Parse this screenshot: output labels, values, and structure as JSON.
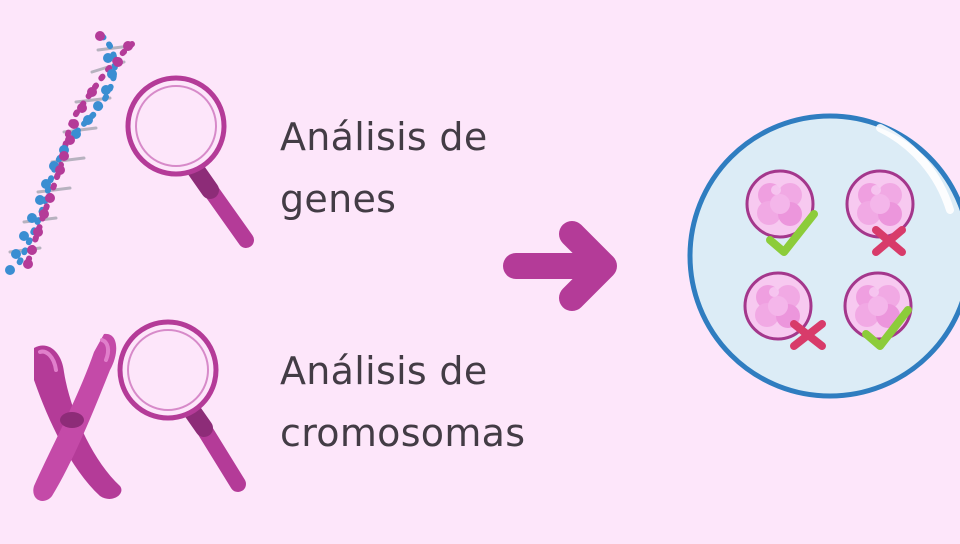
{
  "texts": {
    "genes_line1": "Análisis de",
    "genes_line2": "genes",
    "chromosomes_line1": "Análisis de",
    "chromosomes_line2": "cromosomas"
  },
  "colors": {
    "background": "#fde6fa",
    "magenta": "#b43b98",
    "dna_blue": "#3a8ed2",
    "circle_stroke": "#2f7dc0",
    "circle_fill": "#dcecf6",
    "check_green": "#8ccc3a",
    "cross_red": "#d83b6a",
    "embryo_pink": "#f0a6e2",
    "text": "#433c45"
  },
  "icons": {
    "dna": "dna-helix-icon",
    "magnifier": "magnifying-glass-icon",
    "chromosome": "chromosome-icon",
    "arrow": "arrow-right-icon",
    "dish": "petri-dish-icon",
    "check": "check-mark-icon",
    "cross": "cross-mark-icon"
  },
  "embryos": [
    {
      "status": "check"
    },
    {
      "status": "cross"
    },
    {
      "status": "cross"
    },
    {
      "status": "check"
    }
  ]
}
